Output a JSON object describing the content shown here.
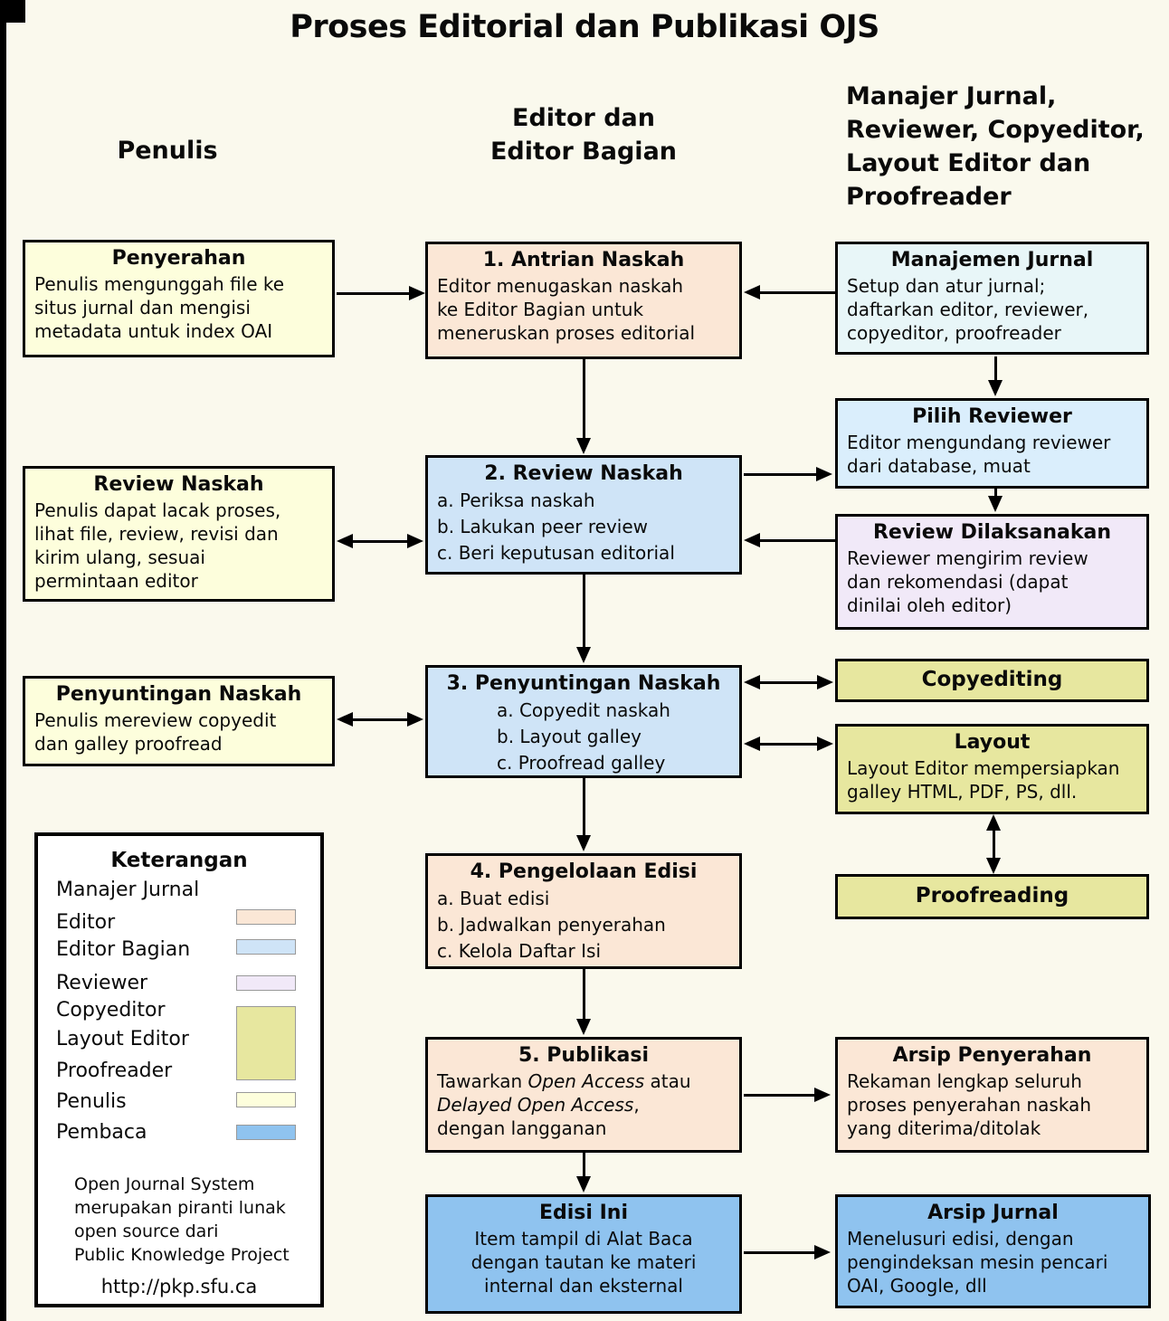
{
  "title": "Proses Editorial dan Publikasi OJS",
  "column_headers": {
    "left": "Penulis",
    "middle": "Editor dan\nEditor Bagian",
    "right": "Manajer Jurnal,\nReviewer, Copyeditor,\nLayout Editor dan\nProofreader"
  },
  "colors": {
    "background": "#FAF9ED",
    "author_cream": "#FDFEDC",
    "editor_peach": "#FBE7D6",
    "section_editor_blue": "#CFE4F7",
    "select_reviewer_blue": "#DAEEFC",
    "journal_manager_cyan": "#E8F6F8",
    "reviewer_lavender": "#F1E9F8",
    "copyeditor_olive": "#E7E79F",
    "reader_blue": "#8FC3EF",
    "border_black": "#000000"
  },
  "boxes": {
    "penyerahan": {
      "title": "Penyerahan",
      "body": "Penulis mengunggah file ke\nsitus jurnal dan mengisi\nmetadata untuk index OAI"
    },
    "antrian": {
      "title": "1. Antrian Naskah",
      "body": "Editor menugaskan naskah\nke Editor Bagian untuk\nmeneruskan proses editorial"
    },
    "manajemen_jurnal": {
      "title": "Manajemen Jurnal",
      "body": "Setup dan atur jurnal;\ndaftarkan editor, reviewer,\ncopyeditor, proofreader"
    },
    "review_naskah_penulis": {
      "title": "Review Naskah",
      "body": "Penulis dapat lacak proses,\nlihat file, review, revisi dan\nkirim ulang, sesuai\npermintaan editor"
    },
    "review_naskah": {
      "title": "2. Review Naskah",
      "items": [
        "a. Periksa naskah",
        "b. Lakukan peer review",
        "c. Beri keputusan editorial"
      ]
    },
    "pilih_reviewer": {
      "title": "Pilih Reviewer",
      "body": "Editor mengundang reviewer\ndari database, muat"
    },
    "review_dilaksanakan": {
      "title": "Review Dilaksanakan",
      "body": "Reviewer mengirim review\ndan rekomendasi (dapat\ndinilai oleh editor)"
    },
    "penyuntingan_penulis": {
      "title": "Penyuntingan Naskah",
      "body": "Penulis mereview copyedit\ndan galley proofread"
    },
    "penyuntingan": {
      "title": "3. Penyuntingan Naskah",
      "items": [
        "a. Copyedit naskah",
        "b. Layout galley",
        "c. Proofread galley"
      ]
    },
    "copyediting": {
      "title": "Copyediting"
    },
    "layout": {
      "title": "Layout",
      "body": "Layout Editor mempersiapkan\ngalley HTML, PDF, PS, dll."
    },
    "proofreading": {
      "title": "Proofreading"
    },
    "pengelolaan": {
      "title": "4. Pengelolaan Edisi",
      "items": [
        "a. Buat edisi",
        "b. Jadwalkan penyerahan",
        "c. Kelola Daftar Isi"
      ]
    },
    "publikasi": {
      "title": "5. Publikasi",
      "segments": [
        {
          "t": "Tawarkan ",
          "i": false
        },
        {
          "t": "Open Access",
          "i": true
        },
        {
          "t": " atau\n",
          "i": false
        },
        {
          "t": "Delayed Open Access",
          "i": true
        },
        {
          "t": ",\ndengan langganan",
          "i": false
        }
      ]
    },
    "arsip_penyerahan": {
      "title": "Arsip Penyerahan",
      "body": "Rekaman lengkap seluruh\nproses penyerahan naskah\nyang diterima/ditolak"
    },
    "edisi_ini": {
      "title": "Edisi Ini",
      "body": "Item tampil di Alat Baca\ndengan tautan ke materi\ninternal dan eksternal"
    },
    "arsip_jurnal": {
      "title": "Arsip Jurnal",
      "body": "Menelusuri edisi, dengan\npengindeksan mesin pencari\nOAI, Google, dll"
    }
  },
  "legend": {
    "title": "Keterangan",
    "entries": [
      {
        "label": "Manajer Jurnal"
      },
      {
        "label": "Editor"
      },
      {
        "label": "Editor Bagian"
      },
      {
        "label": "Reviewer"
      },
      {
        "label": "Copyeditor"
      },
      {
        "label": "Layout Editor"
      },
      {
        "label": "Proofreader"
      },
      {
        "label": "Penulis"
      },
      {
        "label": "Pembaca"
      }
    ],
    "footer": "Open Journal System\nmerupakan piranti lunak\nopen source dari\nPublic Knowledge Project",
    "url": "http://pkp.sfu.ca"
  }
}
